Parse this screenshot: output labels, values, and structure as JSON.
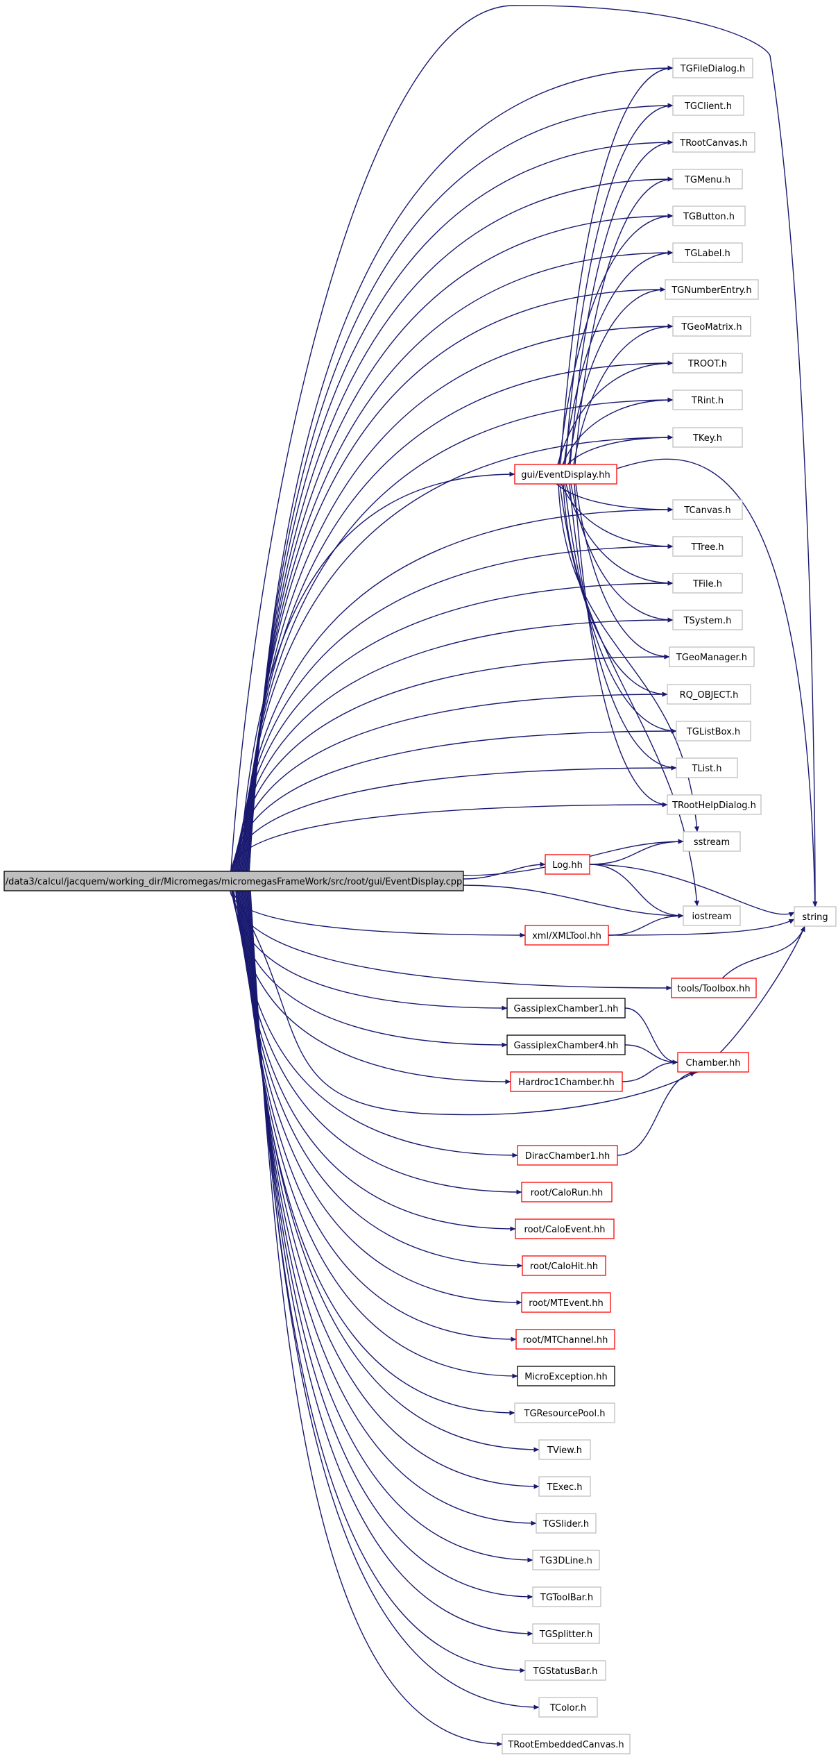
{
  "colors": {
    "edge": "#191970",
    "source_fill": "#bfbfbf",
    "external_border": "#bfbfbf",
    "documented_border": "#ff0000",
    "undocumented_border": "#000000"
  },
  "source": {
    "id": "src",
    "label": "/data3/calcul/jacquem/working_dir/Micromegas/micromegasFrameWork/src/root/gui/EventDisplay.cpp"
  },
  "nodes": [
    {
      "id": "TGFileDialog",
      "label": "TGFileDialog.h",
      "style": "ext"
    },
    {
      "id": "TGClient",
      "label": "TGClient.h",
      "style": "ext"
    },
    {
      "id": "TRootCanvas",
      "label": "TRootCanvas.h",
      "style": "ext"
    },
    {
      "id": "TGMenu",
      "label": "TGMenu.h",
      "style": "ext"
    },
    {
      "id": "TGButton",
      "label": "TGButton.h",
      "style": "ext"
    },
    {
      "id": "TGLabel",
      "label": "TGLabel.h",
      "style": "ext"
    },
    {
      "id": "TGNumberEntry",
      "label": "TGNumberEntry.h",
      "style": "ext"
    },
    {
      "id": "TGeoMatrix",
      "label": "TGeoMatrix.h",
      "style": "ext"
    },
    {
      "id": "TROOT",
      "label": "TROOT.h",
      "style": "ext"
    },
    {
      "id": "TRint",
      "label": "TRint.h",
      "style": "ext"
    },
    {
      "id": "TKey",
      "label": "TKey.h",
      "style": "ext"
    },
    {
      "id": "EventDisplay",
      "label": "gui/EventDisplay.hh",
      "style": "red"
    },
    {
      "id": "TCanvas",
      "label": "TCanvas.h",
      "style": "ext"
    },
    {
      "id": "TTree",
      "label": "TTree.h",
      "style": "ext"
    },
    {
      "id": "TFile",
      "label": "TFile.h",
      "style": "ext"
    },
    {
      "id": "TSystem",
      "label": "TSystem.h",
      "style": "ext"
    },
    {
      "id": "TGeoManager",
      "label": "TGeoManager.h",
      "style": "ext"
    },
    {
      "id": "RQ_OBJECT",
      "label": "RQ_OBJECT.h",
      "style": "ext"
    },
    {
      "id": "TGListBox",
      "label": "TGListBox.h",
      "style": "ext"
    },
    {
      "id": "TList",
      "label": "TList.h",
      "style": "ext"
    },
    {
      "id": "TRootHelpDialog",
      "label": "TRootHelpDialog.h",
      "style": "ext"
    },
    {
      "id": "sstream",
      "label": "sstream",
      "style": "ext"
    },
    {
      "id": "Log",
      "label": "Log.hh",
      "style": "red"
    },
    {
      "id": "string",
      "label": "string",
      "style": "ext"
    },
    {
      "id": "iostream",
      "label": "iostream",
      "style": "ext"
    },
    {
      "id": "XMLTool",
      "label": "xml/XMLTool.hh",
      "style": "red"
    },
    {
      "id": "Toolbox",
      "label": "tools/Toolbox.hh",
      "style": "red"
    },
    {
      "id": "Gassiplex1",
      "label": "GassiplexChamber1.hh",
      "style": "black"
    },
    {
      "id": "Gassiplex4",
      "label": "GassiplexChamber4.hh",
      "style": "black"
    },
    {
      "id": "Chamber",
      "label": "Chamber.hh",
      "style": "red"
    },
    {
      "id": "Hardroc1",
      "label": "Hardroc1Chamber.hh",
      "style": "red"
    },
    {
      "id": "Dirac1",
      "label": "DiracChamber1.hh",
      "style": "red"
    },
    {
      "id": "CaloRun",
      "label": "root/CaloRun.hh",
      "style": "red"
    },
    {
      "id": "CaloEvent",
      "label": "root/CaloEvent.hh",
      "style": "red"
    },
    {
      "id": "CaloHit",
      "label": "root/CaloHit.hh",
      "style": "red"
    },
    {
      "id": "MTEvent",
      "label": "root/MTEvent.hh",
      "style": "red"
    },
    {
      "id": "MTChannel",
      "label": "root/MTChannel.hh",
      "style": "red"
    },
    {
      "id": "MicroException",
      "label": "MicroException.hh",
      "style": "black"
    },
    {
      "id": "TGResourcePool",
      "label": "TGResourcePool.h",
      "style": "ext"
    },
    {
      "id": "TView",
      "label": "TView.h",
      "style": "ext"
    },
    {
      "id": "TExec",
      "label": "TExec.h",
      "style": "ext"
    },
    {
      "id": "TGSlider",
      "label": "TGSlider.h",
      "style": "ext"
    },
    {
      "id": "TG3DLine",
      "label": "TG3DLine.h",
      "style": "ext"
    },
    {
      "id": "TGToolBar",
      "label": "TGToolBar.h",
      "style": "ext"
    },
    {
      "id": "TGSplitter",
      "label": "TGSplitter.h",
      "style": "ext"
    },
    {
      "id": "TGStatusBar",
      "label": "TGStatusBar.h",
      "style": "ext"
    },
    {
      "id": "TColor",
      "label": "TColor.h",
      "style": "ext"
    },
    {
      "id": "TRootEmbeddedCanvas",
      "label": "TRootEmbeddedCanvas.h",
      "style": "ext"
    }
  ],
  "edges": [
    [
      "src",
      "TGFileDialog"
    ],
    [
      "src",
      "TGClient"
    ],
    [
      "src",
      "TRootCanvas"
    ],
    [
      "src",
      "TGMenu"
    ],
    [
      "src",
      "TGButton"
    ],
    [
      "src",
      "TGLabel"
    ],
    [
      "src",
      "TGNumberEntry"
    ],
    [
      "src",
      "TGeoMatrix"
    ],
    [
      "src",
      "TROOT"
    ],
    [
      "src",
      "TRint"
    ],
    [
      "src",
      "TKey"
    ],
    [
      "src",
      "EventDisplay"
    ],
    [
      "src",
      "TCanvas"
    ],
    [
      "src",
      "TTree"
    ],
    [
      "src",
      "TFile"
    ],
    [
      "src",
      "TSystem"
    ],
    [
      "src",
      "TGeoManager"
    ],
    [
      "src",
      "RQ_OBJECT"
    ],
    [
      "src",
      "TGListBox"
    ],
    [
      "src",
      "TList"
    ],
    [
      "src",
      "TRootHelpDialog"
    ],
    [
      "src",
      "sstream"
    ],
    [
      "src",
      "Log"
    ],
    [
      "src",
      "iostream"
    ],
    [
      "src",
      "string"
    ],
    [
      "src",
      "XMLTool"
    ],
    [
      "src",
      "Toolbox"
    ],
    [
      "src",
      "Gassiplex1"
    ],
    [
      "src",
      "Gassiplex4"
    ],
    [
      "src",
      "Chamber"
    ],
    [
      "src",
      "Hardroc1"
    ],
    [
      "src",
      "Dirac1"
    ],
    [
      "src",
      "CaloRun"
    ],
    [
      "src",
      "CaloEvent"
    ],
    [
      "src",
      "CaloHit"
    ],
    [
      "src",
      "MTEvent"
    ],
    [
      "src",
      "MTChannel"
    ],
    [
      "src",
      "MicroException"
    ],
    [
      "src",
      "TGResourcePool"
    ],
    [
      "src",
      "TView"
    ],
    [
      "src",
      "TExec"
    ],
    [
      "src",
      "TGSlider"
    ],
    [
      "src",
      "TG3DLine"
    ],
    [
      "src",
      "TGToolBar"
    ],
    [
      "src",
      "TGSplitter"
    ],
    [
      "src",
      "TGStatusBar"
    ],
    [
      "src",
      "TColor"
    ],
    [
      "src",
      "TRootEmbeddedCanvas"
    ],
    [
      "EventDisplay",
      "TGFileDialog"
    ],
    [
      "EventDisplay",
      "TGClient"
    ],
    [
      "EventDisplay",
      "TRootCanvas"
    ],
    [
      "EventDisplay",
      "TGMenu"
    ],
    [
      "EventDisplay",
      "TGButton"
    ],
    [
      "EventDisplay",
      "TGLabel"
    ],
    [
      "EventDisplay",
      "TGNumberEntry"
    ],
    [
      "EventDisplay",
      "TGeoMatrix"
    ],
    [
      "EventDisplay",
      "TROOT"
    ],
    [
      "EventDisplay",
      "TRint"
    ],
    [
      "EventDisplay",
      "TKey"
    ],
    [
      "EventDisplay",
      "string"
    ],
    [
      "EventDisplay",
      "TCanvas"
    ],
    [
      "EventDisplay",
      "TTree"
    ],
    [
      "EventDisplay",
      "TFile"
    ],
    [
      "EventDisplay",
      "TSystem"
    ],
    [
      "EventDisplay",
      "TGeoManager"
    ],
    [
      "EventDisplay",
      "RQ_OBJECT"
    ],
    [
      "EventDisplay",
      "TGListBox"
    ],
    [
      "EventDisplay",
      "TList"
    ],
    [
      "EventDisplay",
      "TRootHelpDialog"
    ],
    [
      "EventDisplay",
      "sstream"
    ],
    [
      "EventDisplay",
      "iostream"
    ],
    [
      "Log",
      "sstream"
    ],
    [
      "Log",
      "iostream"
    ],
    [
      "Log",
      "string"
    ],
    [
      "XMLTool",
      "iostream"
    ],
    [
      "XMLTool",
      "string"
    ],
    [
      "Toolbox",
      "string"
    ],
    [
      "Gassiplex1",
      "Chamber"
    ],
    [
      "Gassiplex4",
      "Chamber"
    ],
    [
      "Hardroc1",
      "Chamber"
    ],
    [
      "Dirac1",
      "Chamber"
    ],
    [
      "Chamber",
      "string"
    ]
  ]
}
